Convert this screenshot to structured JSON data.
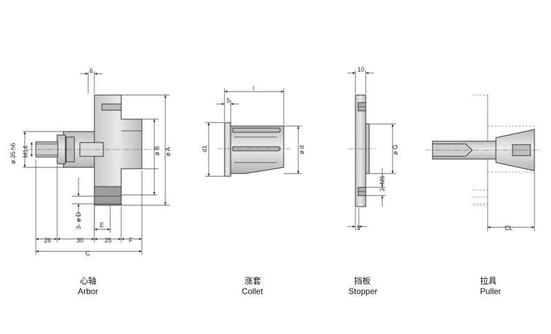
{
  "parts": {
    "arbor": {
      "zh": "心轴",
      "en": "Arbor",
      "dims": {
        "top": "6",
        "shank": "ø 35 h6",
        "thread": "M14",
        "b": "ø B",
        "a": "ø A",
        "d": "3- ø D",
        "e": "E",
        "seg1": "26",
        "seg2": "30",
        "seg3": "25",
        "f": "F",
        "c": "C"
      }
    },
    "collet": {
      "zh": "涨套",
      "en": "Collet",
      "dims": {
        "l": "l",
        "five": "5",
        "d1": "d1",
        "d": "ø d"
      }
    },
    "stopper": {
      "zh": "挡板",
      "en": "Stopper",
      "dims": {
        "ten": "10",
        "g": "ø G",
        "m6": "3- M6",
        "five": "5"
      }
    },
    "puller": {
      "zh": "拉具",
      "en": "Puller",
      "dims": {
        "cl": "CL"
      }
    }
  },
  "colors": {
    "metal": "#d4d4d4",
    "metal_light": "#e6e6e6",
    "metal_dark": "#a8a8a8",
    "line": "#333333"
  }
}
